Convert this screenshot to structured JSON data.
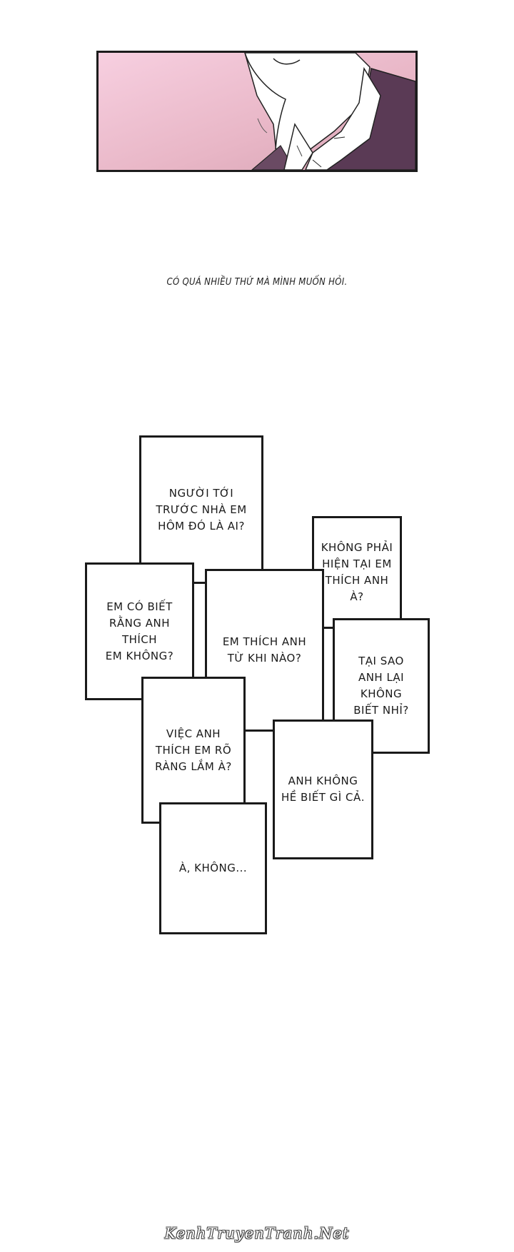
{
  "narration": "CÓ QUÁ NHIỀU THỨ MÀ MÌNH MUỐN HỎI.",
  "notes": {
    "who_came": "NGƯỜI TỚI\nTRƯỚC NHÀ EM\nHÔM ĐÓ LÀ AI?",
    "not_now": "KHÔNG PHẢI\nHIỆN TẠI EM\nTHÍCH ANH À?",
    "do_you_know": "EM CÓ BIẾT\nRẰNG ANH THÍCH\nEM KHÔNG?",
    "since_when": "EM THÍCH ANH\nTỪ KHI NÀO?",
    "why_not_know": "TẠI SAO\nANH LẠI KHÔNG\nBIẾT NHỈ?",
    "obvious": "VIỆC ANH\nTHÍCH EM RÕ\nRÀNG LẮM À?",
    "knows_nothing": "ANH KHÔNG\nHỀ BIẾT GÌ CẢ.",
    "ah_no": "À, KHÔNG..."
  },
  "watermark": "KenhTruyenTranh.Net"
}
